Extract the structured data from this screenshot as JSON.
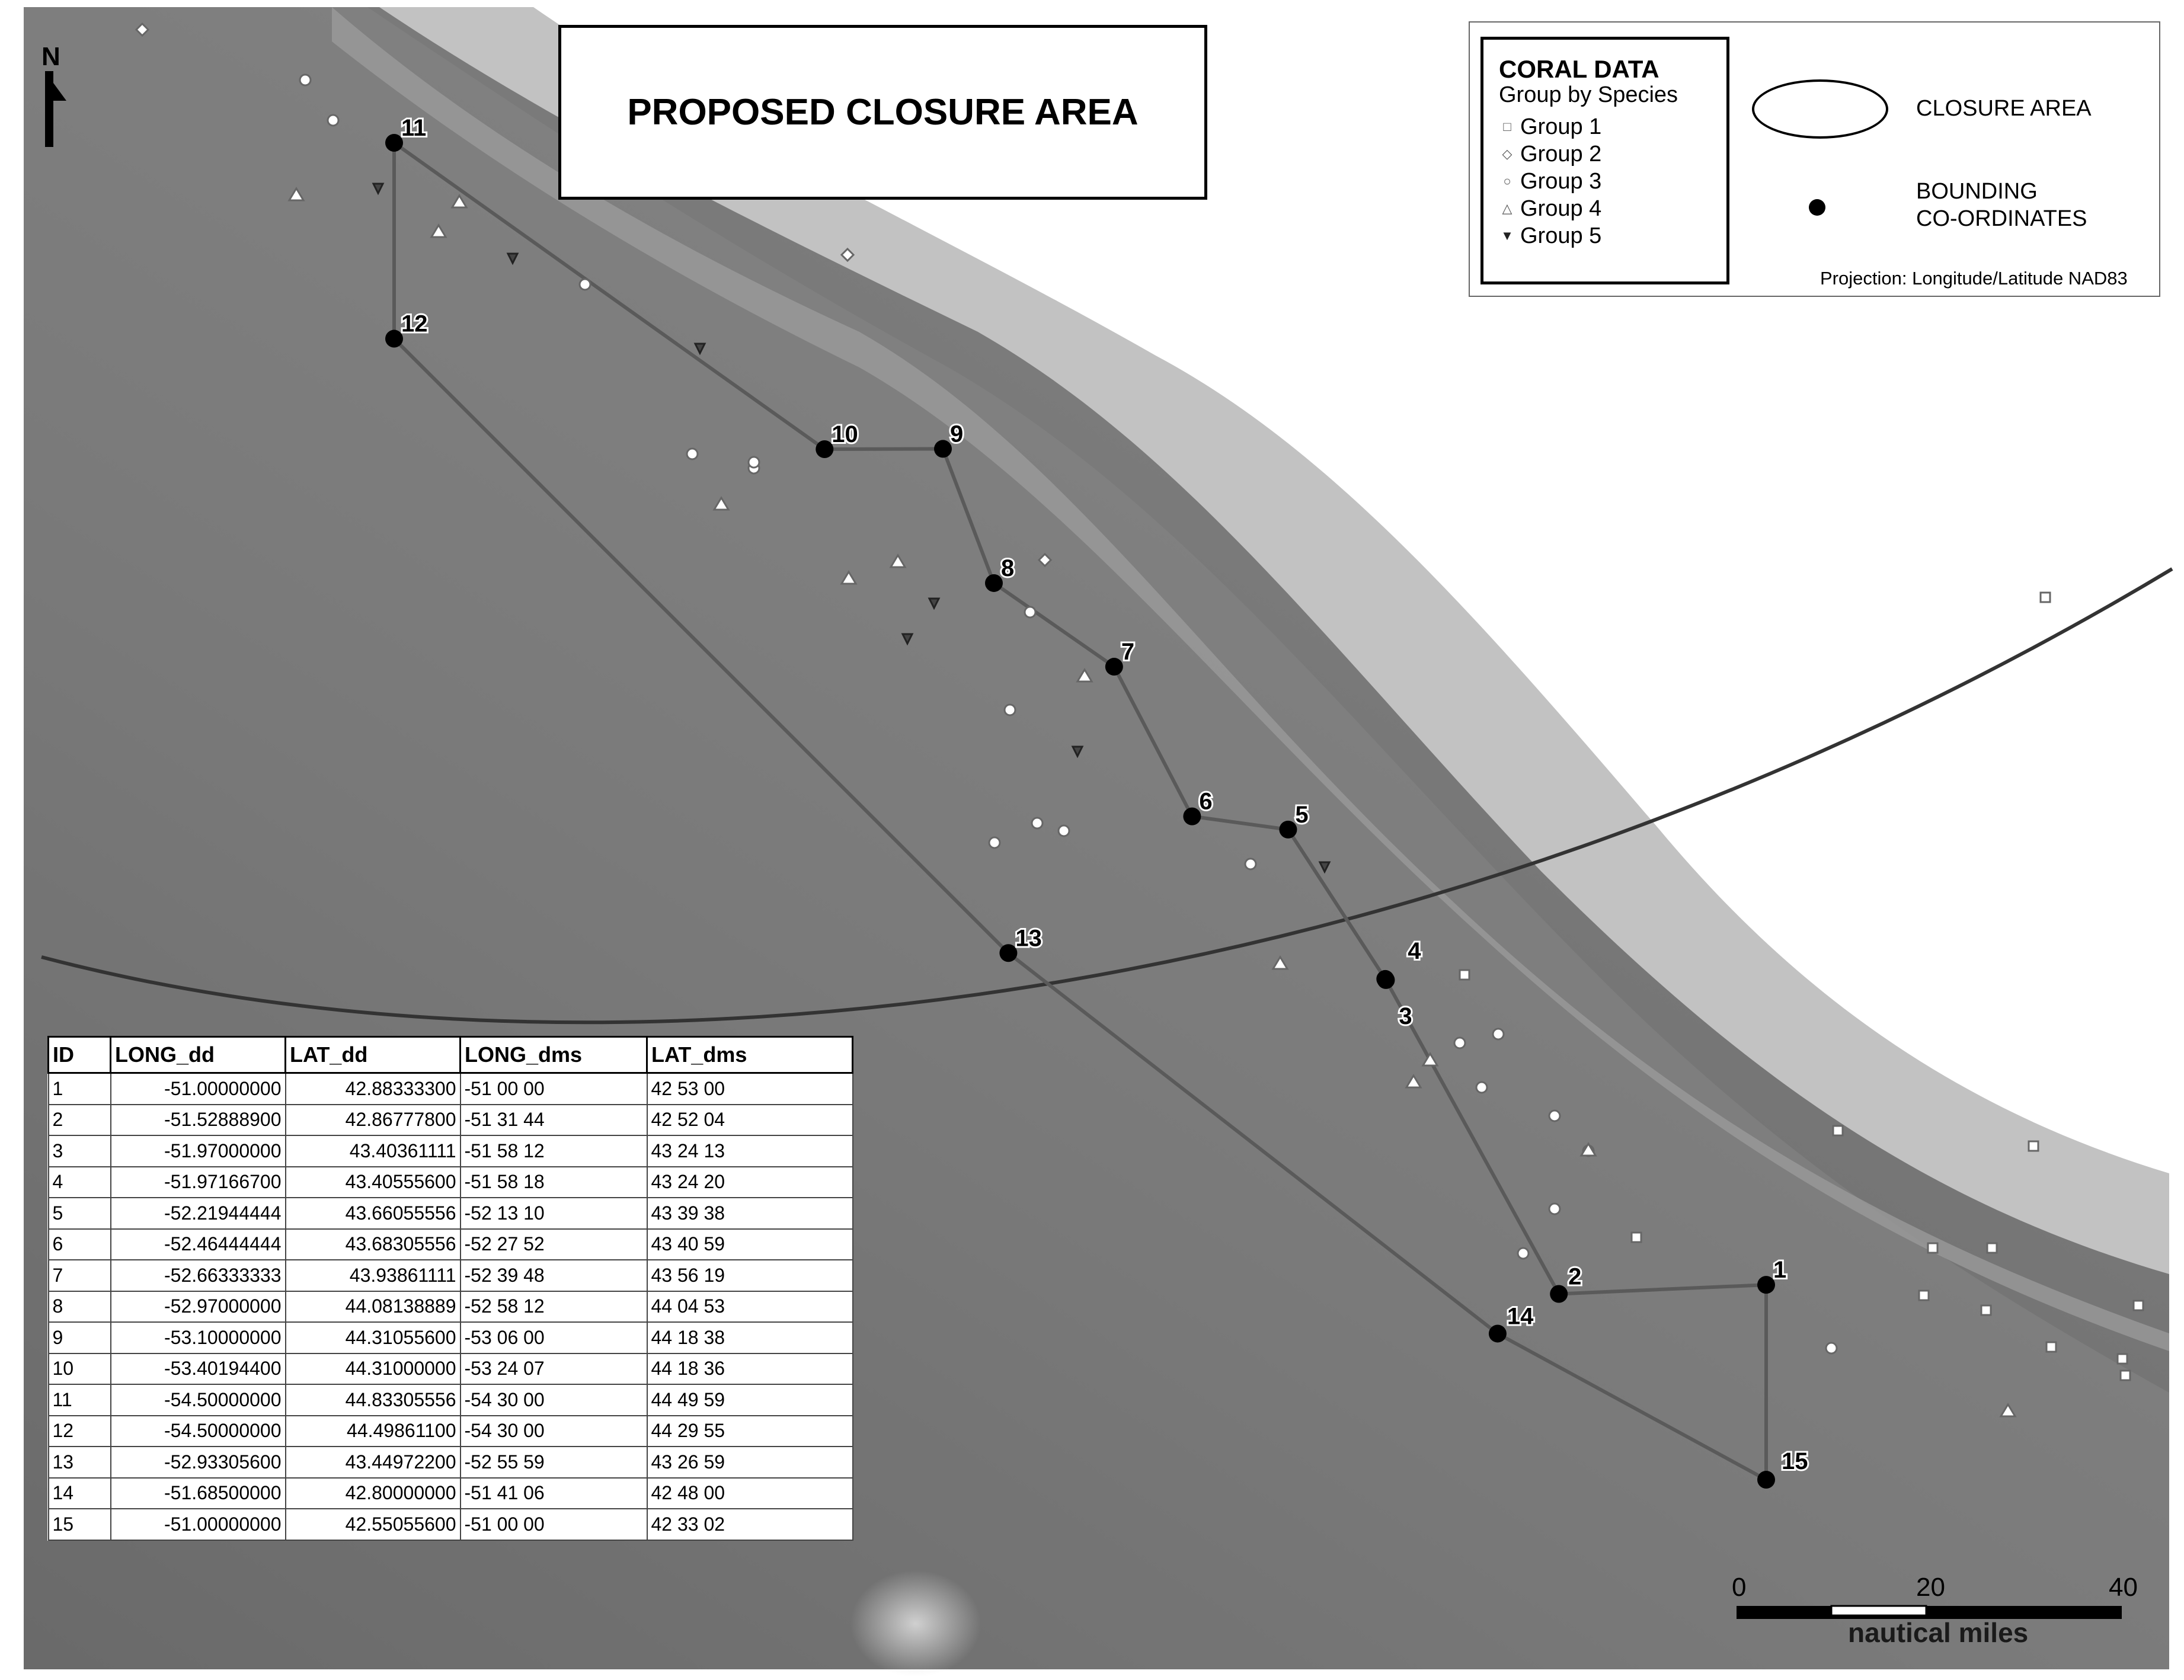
{
  "title": "PROPOSED CLOSURE AREA",
  "north_label": "N",
  "legend": {
    "coral_title": "CORAL DATA",
    "coral_subtitle": "Group by Species",
    "groups": [
      {
        "label": "Group 1",
        "icon": "square-icon"
      },
      {
        "label": "Group 2",
        "icon": "diamond-icon"
      },
      {
        "label": "Group 3",
        "icon": "circle-icon"
      },
      {
        "label": "Group 4",
        "icon": "triangle-up-icon"
      },
      {
        "label": "Group 5",
        "icon": "triangle-down-icon"
      }
    ],
    "closure_area_label": "CLOSURE AREA",
    "bounding_label_line1": "BOUNDING",
    "bounding_label_line2": "CO-ORDINATES",
    "projection": "Projection: Longitude/Latitude NAD83"
  },
  "table": {
    "headers": [
      "ID",
      "LONG_dd",
      "LAT_dd",
      "LONG_dms",
      "LAT_dms"
    ],
    "rows": [
      [
        "1",
        "-51.00000000",
        "42.88333300",
        "-51 00 00",
        "42 53 00"
      ],
      [
        "2",
        "-51.52888900",
        "42.86777800",
        "-51 31 44",
        "42 52 04"
      ],
      [
        "3",
        "-51.97000000",
        "43.40361111",
        "-51 58 12",
        "43 24 13"
      ],
      [
        "4",
        "-51.97166700",
        "43.40555600",
        "-51 58 18",
        "43 24 20"
      ],
      [
        "5",
        "-52.21944444",
        "43.66055556",
        "-52 13 10",
        "43 39 38"
      ],
      [
        "6",
        "-52.46444444",
        "43.68305556",
        "-52 27 52",
        "43 40 59"
      ],
      [
        "7",
        "-52.66333333",
        "43.93861111",
        "-52 39 48",
        "43 56 19"
      ],
      [
        "8",
        "-52.97000000",
        "44.08138889",
        "-52 58 12",
        "44 04 53"
      ],
      [
        "9",
        "-53.10000000",
        "44.31055600",
        "-53 06 00",
        "44 18 38"
      ],
      [
        "10",
        "-53.40194400",
        "44.31000000",
        "-53 24 07",
        "44 18 36"
      ],
      [
        "11",
        "-54.50000000",
        "44.83305556",
        "-54 30 00",
        "44 49 59"
      ],
      [
        "12",
        "-54.50000000",
        "44.49861100",
        "-54 30 00",
        "44 29 55"
      ],
      [
        "13",
        "-52.93305600",
        "43.44972200",
        "-52 55 59",
        "43 26 59"
      ],
      [
        "14",
        "-51.68500000",
        "42.80000000",
        "-51 41 06",
        "42 48 00"
      ],
      [
        "15",
        "-51.00000000",
        "42.55055600",
        "-51 00 00",
        "42 33 02"
      ]
    ]
  },
  "boundary_points": [
    {
      "id": "1",
      "lon": -51.0,
      "lat": 42.883333
    },
    {
      "id": "2",
      "lon": -51.528889,
      "lat": 42.867778
    },
    {
      "id": "3",
      "lon": -51.97,
      "lat": 43.403611
    },
    {
      "id": "4",
      "lon": -51.971667,
      "lat": 43.405556
    },
    {
      "id": "5",
      "lon": -52.219444,
      "lat": 43.660556
    },
    {
      "id": "6",
      "lon": -52.464444,
      "lat": 43.683056
    },
    {
      "id": "7",
      "lon": -52.663333,
      "lat": 43.938611
    },
    {
      "id": "8",
      "lon": -52.97,
      "lat": 44.081389
    },
    {
      "id": "9",
      "lon": -53.1,
      "lat": 44.310556
    },
    {
      "id": "10",
      "lon": -53.401944,
      "lat": 44.31
    },
    {
      "id": "11",
      "lon": -54.5,
      "lat": 44.833056
    },
    {
      "id": "12",
      "lon": -54.5,
      "lat": 44.498611
    },
    {
      "id": "13",
      "lon": -52.933056,
      "lat": 43.449722
    },
    {
      "id": "14",
      "lon": -51.685,
      "lat": 42.8
    },
    {
      "id": "15",
      "lon": -51.0,
      "lat": 42.550556
    }
  ],
  "scale_bar": {
    "ticks": [
      "0",
      "20",
      "40"
    ],
    "unit": "nautical miles"
  },
  "colors": {
    "background_deep": "#5c5c5c",
    "background_shelf": "#bdbdbd",
    "shallow": "#ffffff",
    "boundary": "#555555",
    "point": "#000000"
  }
}
